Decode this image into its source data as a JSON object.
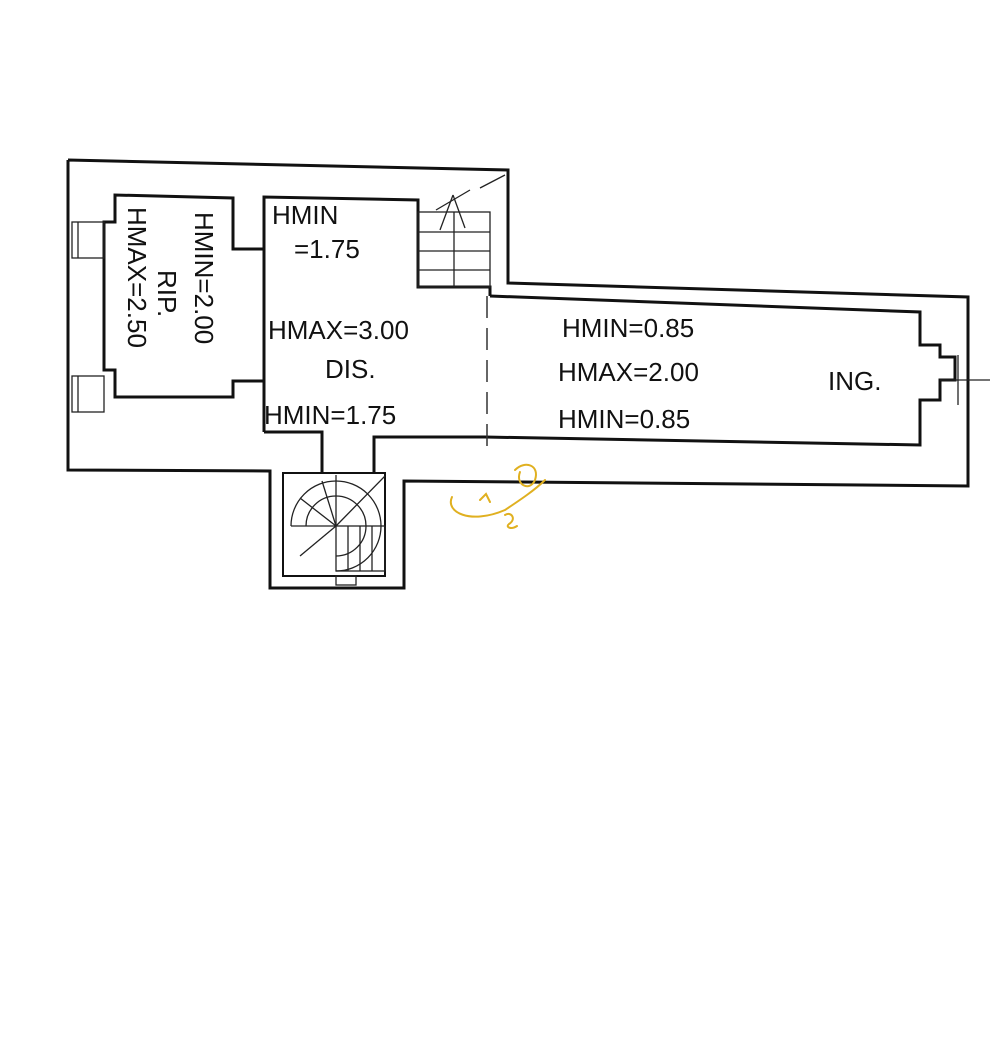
{
  "plan": {
    "rooms": {
      "rip": {
        "name": "RIP.",
        "hmin": "HMIN=2.00",
        "hmax": "HMAX=2.50"
      },
      "dis": {
        "name": "DIS.",
        "hmin_top_1": "HMIN",
        "hmin_top_2": "=1.75",
        "hmax": "HMAX=3.00",
        "hmin_bottom": "HMIN=1.75"
      },
      "ing": {
        "name": "ING.",
        "hmin_top": "HMIN=0.85",
        "hmax": "HMAX=2.00",
        "hmin_bottom": "HMIN=0.85"
      }
    },
    "colors": {
      "walls": "#111111",
      "signature": "#e0b020",
      "background": "#ffffff"
    }
  }
}
